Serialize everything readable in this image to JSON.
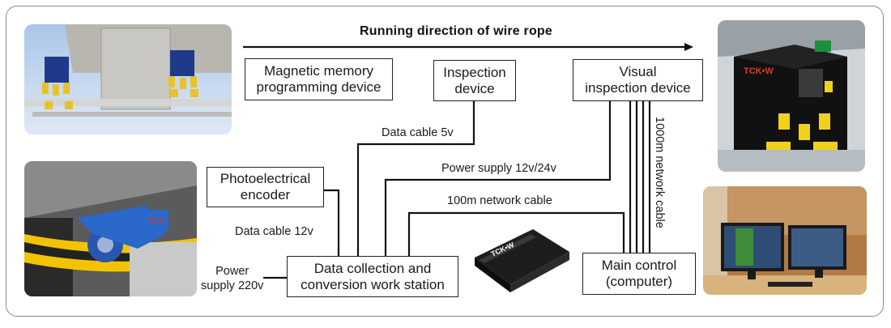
{
  "title": "Running direction of wire rope",
  "boxes": {
    "magnetic_line1": "Magnetic memory",
    "magnetic_line2": "programming device",
    "inspection_line1": "Inspection",
    "inspection_line2": "device",
    "visual_line1": "Visual",
    "visual_line2": "inspection device",
    "encoder_line1": "Photoelectrical",
    "encoder_line2": "encoder",
    "station_line1": "Data collection and",
    "station_line2": "conversion work station",
    "main_line1": "Main control",
    "main_line2": "(computer)"
  },
  "labels": {
    "data_cable_5v": "Data cable 5v",
    "power_supply_12_24": "Power supply 12v/24v",
    "network_100m": "100m network cable",
    "data_cable_12v": "Data cable 12v",
    "power_line1": "Power",
    "power_line2": "supply 220v",
    "network_1000m": "1000m network cable"
  },
  "device_brand": "TCK•W",
  "colors": {
    "line": "#111111",
    "frame": "#8a8a8a",
    "arrow": "#111111"
  }
}
